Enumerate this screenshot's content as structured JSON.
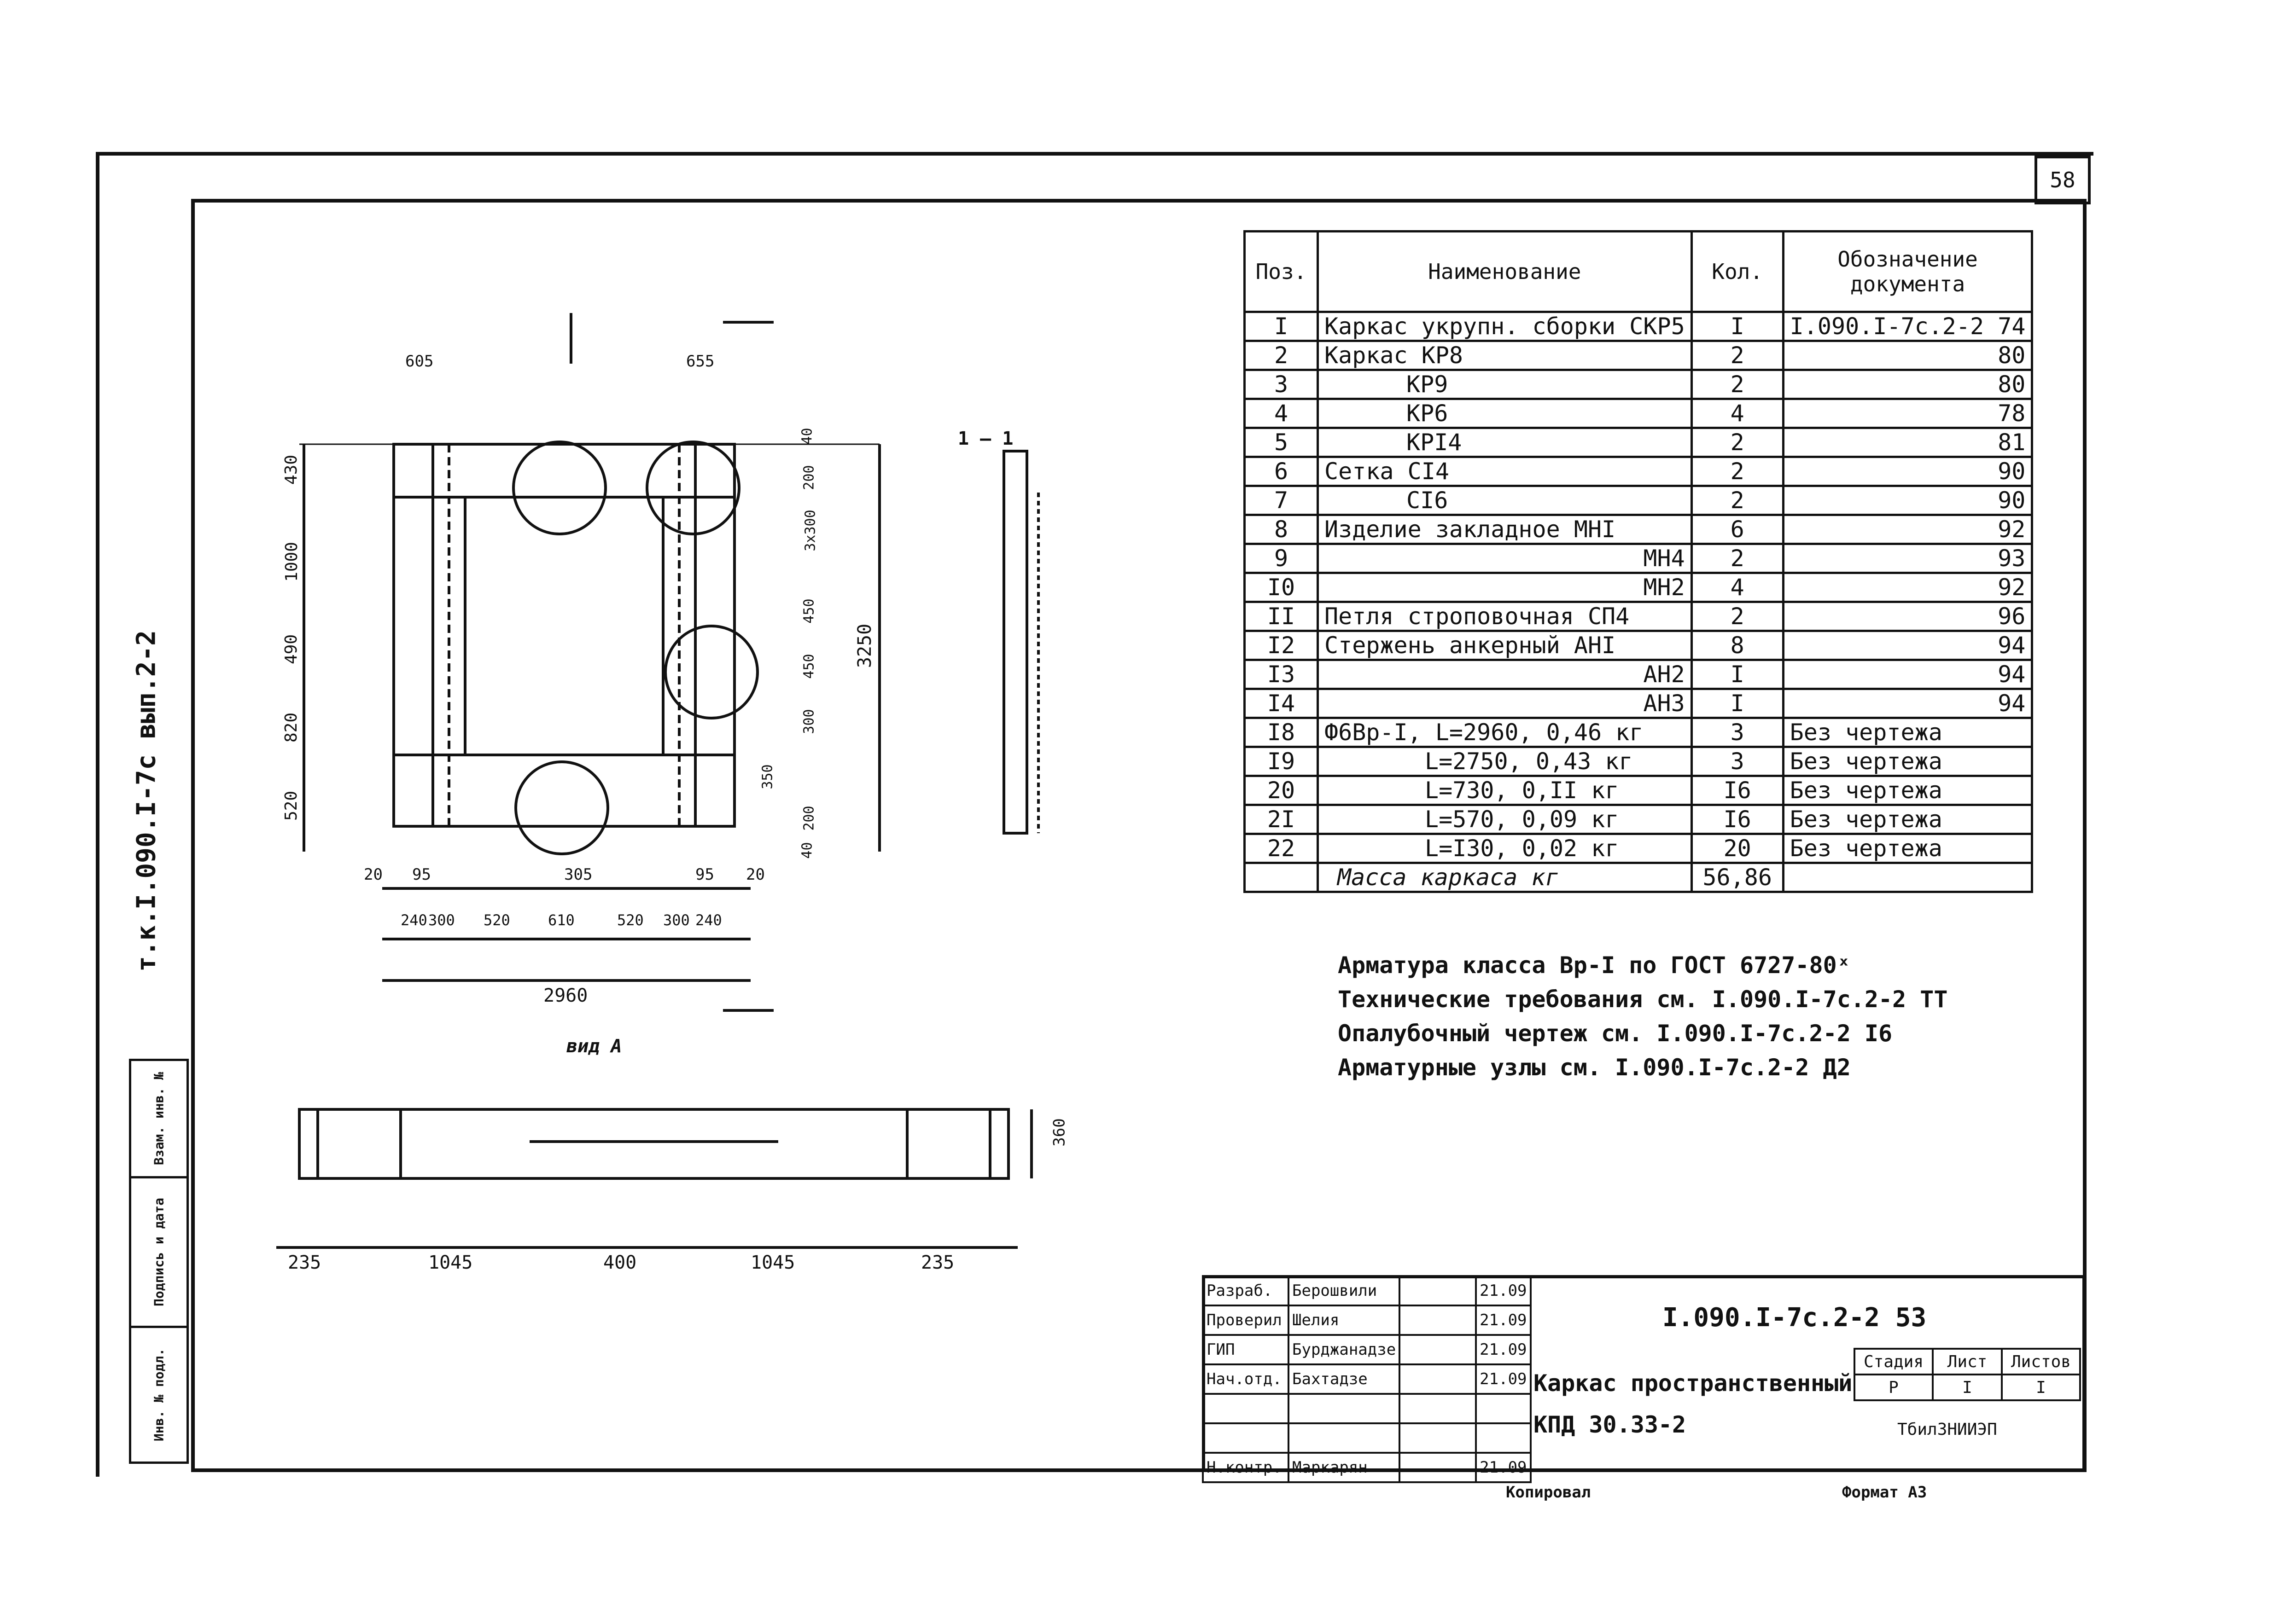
{
  "sheet_number": "58",
  "vertical_code": "т.к.I.090.I-7с вып.2-2",
  "spec": {
    "headers": [
      "Поз.",
      "Наименование",
      "Кол.",
      "Обозначение документа"
    ],
    "rows": [
      [
        "I",
        "Каркас укрупн. сборки СКР5",
        "I",
        "I.090.I-7с.2-2 74"
      ],
      [
        "2",
        "Каркас КР8",
        "2",
        "80"
      ],
      [
        "3",
        "КР9",
        "2",
        "80"
      ],
      [
        "4",
        "КР6",
        "4",
        "78"
      ],
      [
        "5",
        "КРI4",
        "2",
        "81"
      ],
      [
        "6",
        "Сетка СI4",
        "2",
        "90"
      ],
      [
        "7",
        "СI6",
        "2",
        "90"
      ],
      [
        "8",
        "Изделие закладное МНI",
        "6",
        "92"
      ],
      [
        "9",
        "МН4",
        "2",
        "93"
      ],
      [
        "I0",
        "МН2",
        "4",
        "92"
      ],
      [
        "II",
        "Петля строповочная СП4",
        "2",
        "96"
      ],
      [
        "I2",
        "Стержень анкерный АНI",
        "8",
        "94"
      ],
      [
        "I3",
        "АН2",
        "I",
        "94"
      ],
      [
        "I4",
        "АН3",
        "I",
        "94"
      ],
      [
        "I8",
        "Ф6Вр-I, L=2960, 0,46 кг",
        "3",
        "Без чертежа"
      ],
      [
        "I9",
        "L=2750, 0,43 кг",
        "3",
        "Без чертежа"
      ],
      [
        "20",
        "L=730, 0,II кг",
        "I6",
        "Без чертежа"
      ],
      [
        "2I",
        "L=570, 0,09 кг",
        "I6",
        "Без чертежа"
      ],
      [
        "22",
        "L=I30, 0,02 кг",
        "20",
        "Без чертежа"
      ]
    ],
    "mass_label": "Масса каркаса кг",
    "mass_value": "56,86"
  },
  "notes": [
    "Арматура класса Вр-I по ГОСТ 6727-80ˣ",
    "Технические требования см. I.090.I-7с.2-2 ТТ",
    "Опалубочный чертеж см. I.090.I-7с.2-2 I6",
    "Арматурные узлы см. I.090.I-7с.2-2 Д2"
  ],
  "title_block": {
    "code": "I.090.I-7с.2-2 53",
    "name_line1": "Каркас пространственный",
    "name_line2": "КПД 30.33-2",
    "stage_headers": [
      "Стадия",
      "Лист",
      "Листов"
    ],
    "stage_values": [
      "Р",
      "I",
      "I"
    ],
    "org": "ТбилЗНИИЭП",
    "signatures": [
      [
        "Разраб.",
        "Берошвили",
        "21.09"
      ],
      [
        "Проверил",
        "Шелия",
        "21.09"
      ],
      [
        "ГИП",
        "Бурджанадзе",
        "21.09"
      ],
      [
        "Нач.отд.",
        "Бахтадзе",
        "21.09"
      ],
      [
        "",
        "",
        ""
      ],
      [
        "",
        "",
        ""
      ],
      [
        "Н.контр.",
        "Маркарян",
        "21.09"
      ]
    ]
  },
  "footer": {
    "copied": "Копировал",
    "format": "Формат А3"
  },
  "side_stamp": [
    "Взам. инв. №",
    "Подпись и дата",
    "Инв. № подл."
  ],
  "drawing": {
    "section_label": "1 — 1",
    "view_label": "вид А",
    "dims_plan": [
      "2960",
      "3250",
      "240",
      "300",
      "520",
      "610",
      "520",
      "300",
      "240",
      "20",
      "95",
      "305",
      "95",
      "20",
      "655",
      "605"
    ],
    "dims_left": [
      "430",
      "1000",
      "490",
      "820",
      "520"
    ],
    "dims_right": [
      "40",
      "200",
      "3x300",
      "450",
      "450",
      "300",
      "350",
      "200",
      "40"
    ],
    "dims_view": [
      "235",
      "1045",
      "400",
      "1045",
      "235",
      "360"
    ]
  }
}
